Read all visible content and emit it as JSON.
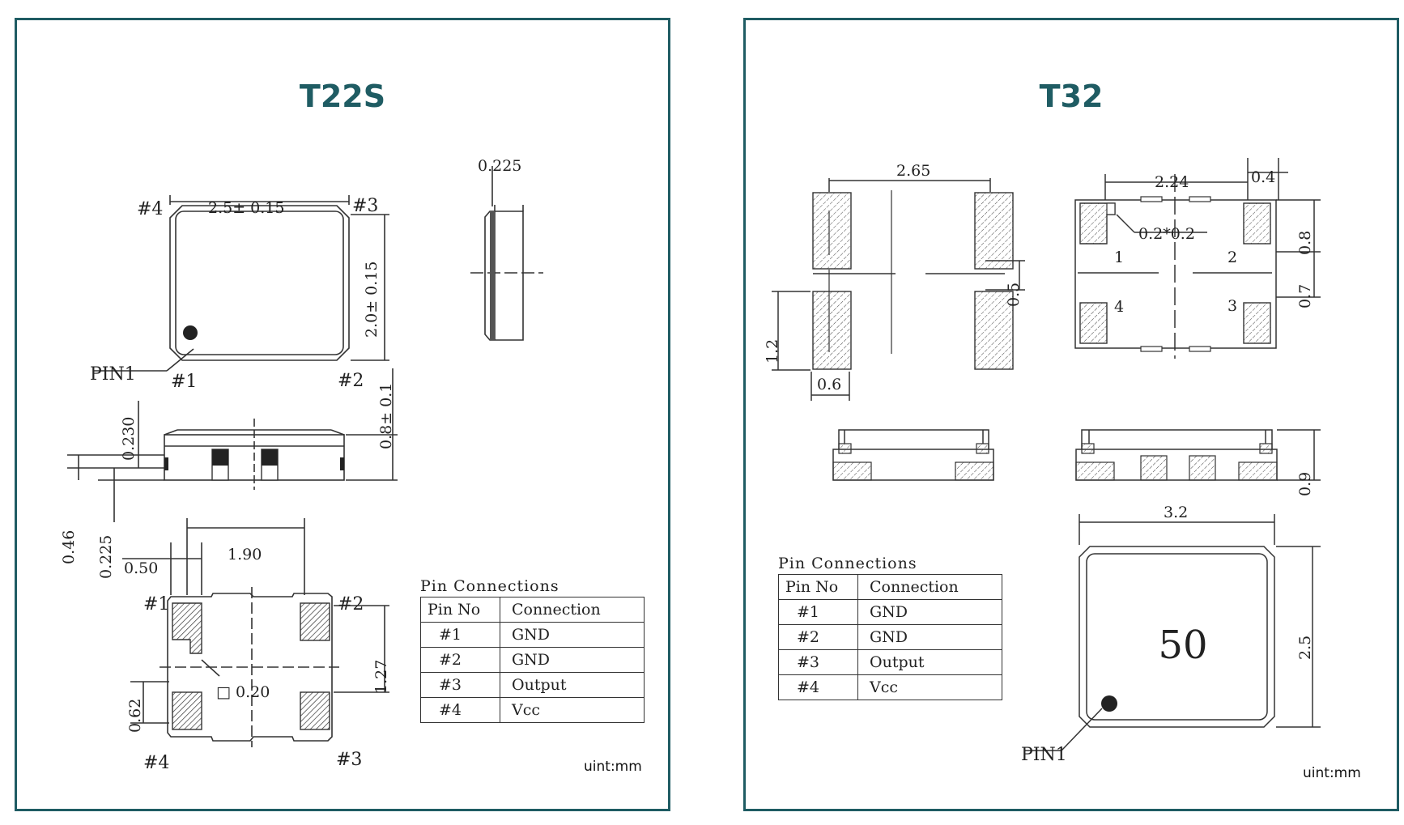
{
  "left": {
    "title": "T22S",
    "unit": "uint:mm",
    "labels": {
      "pin4": "#4",
      "pin3": "#3",
      "pin1": "#1",
      "pin2": "#2",
      "pin1_marker": "PIN1",
      "dim_width": "2.5± 0.15",
      "dim_height": "2.0± 0.15",
      "dim_thickness": "0.8± 0.1",
      "dim_side_top": "0.225",
      "dim_230": "0.230",
      "dim_46": "0.46",
      "dim_225": "0.225",
      "dim_190": "1.90",
      "dim_050": "0.50",
      "dim_127": "1.27",
      "dim_062": "0.62",
      "dim_020": "□ 0.20"
    },
    "pin_table": {
      "caption": "Pin Connections",
      "head_no": "Pin No",
      "head_conn": "Connection",
      "rows": [
        {
          "no": "#1",
          "conn": "GND"
        },
        {
          "no": "#2",
          "conn": "GND"
        },
        {
          "no": "#3",
          "conn": "Output"
        },
        {
          "no": "#4",
          "conn": "Vcc"
        }
      ]
    }
  },
  "right": {
    "title": "T32",
    "unit": "uint:mm",
    "labels": {
      "dim_265": "2.65",
      "dim_224": "2.24",
      "dim_04": "0.4",
      "dim_08": "0.8",
      "dim_07": "0.7",
      "dim_05": "0.5",
      "dim_12": "1.2",
      "dim_06": "0.6",
      "dim_chamfer": "0.2*0.2",
      "dim_09": "0.9",
      "dim_32": "3.2",
      "dim_25": "2.5",
      "pad1": "1",
      "pad2": "2",
      "pad3": "3",
      "pad4": "4",
      "marking": "50",
      "pin1_marker": "PIN1"
    },
    "pin_table": {
      "caption": "Pin Connections",
      "head_no": "Pin No",
      "head_conn": "Connection",
      "rows": [
        {
          "no": "#1",
          "conn": "GND"
        },
        {
          "no": "#2",
          "conn": "GND"
        },
        {
          "no": "#3",
          "conn": "Output"
        },
        {
          "no": "#4",
          "conn": "Vcc"
        }
      ]
    }
  },
  "colors": {
    "frame": "#1f5c63",
    "title": "#1f5c63",
    "line": "#333333"
  }
}
